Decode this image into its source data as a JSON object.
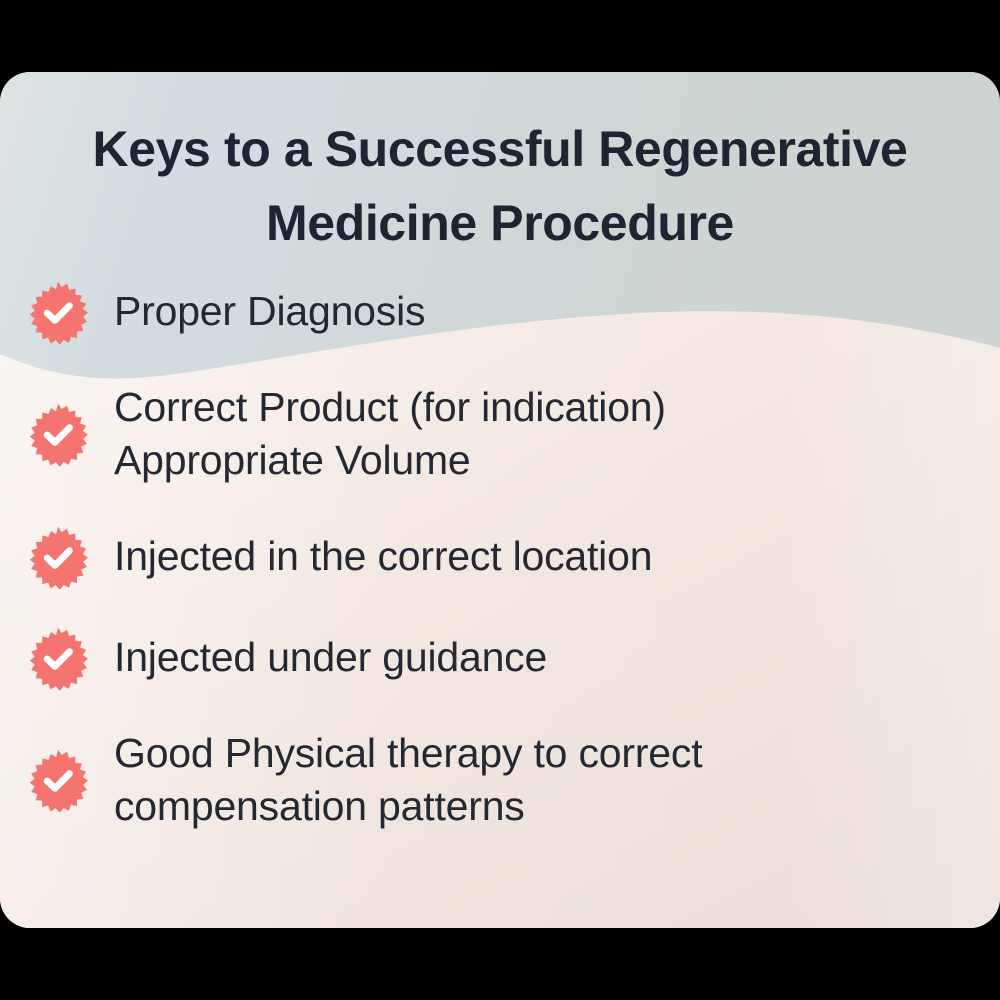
{
  "card": {
    "title": "Keys to a Successful Regenerative\nMedicine Procedure",
    "colors": {
      "title_text": "#1f2433",
      "item_text": "#242832",
      "badge_fill": "#f4746f",
      "badge_check": "#ffffff",
      "band_top_start": "#dfe4e4",
      "band_top_end": "#cdd3d1",
      "band_bottom_start": "#f7efe9",
      "band_bottom_end": "#ebe0d9",
      "frame": "#000000"
    },
    "items": [
      {
        "icon": "check-badge-icon",
        "text": "Proper Diagnosis"
      },
      {
        "icon": "check-badge-icon",
        "text": "Correct Product (for indication)\nAppropriate Volume"
      },
      {
        "icon": "check-badge-icon",
        "text": "Injected in the correct location"
      },
      {
        "icon": "check-badge-icon",
        "text": "Injected under guidance"
      },
      {
        "icon": "check-badge-icon",
        "text": "Good Physical therapy to correct\ncompensation patterns"
      }
    ]
  }
}
